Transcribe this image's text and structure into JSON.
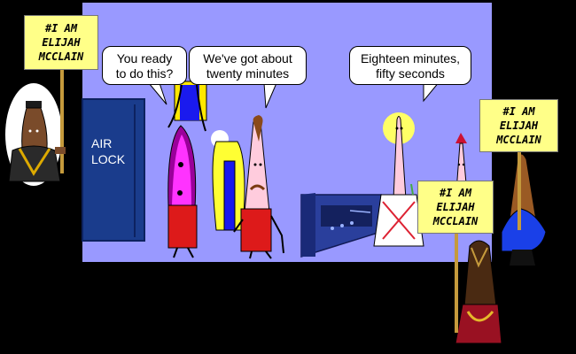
{
  "speech": {
    "bubble_1": "You ready\nto do this?",
    "bubble_2": "We've got about\ntwenty minutes",
    "bubble_3": "Eighteen minutes,\nfifty seconds"
  },
  "airlock": {
    "label": "AIR\nLOCK"
  },
  "protest_signs": {
    "sign_1": "#I AM\nELIJAH\nMCCLAIN",
    "sign_2": "#I AM\nELIJAH\nMCCLAIN",
    "sign_3": "#I AM\nELIJAH\nMCCLAIN"
  },
  "colors": {
    "background": "#000000",
    "room": "#9999ff",
    "airlock_door": "#1a3c8c",
    "sign": "#ffff88"
  }
}
